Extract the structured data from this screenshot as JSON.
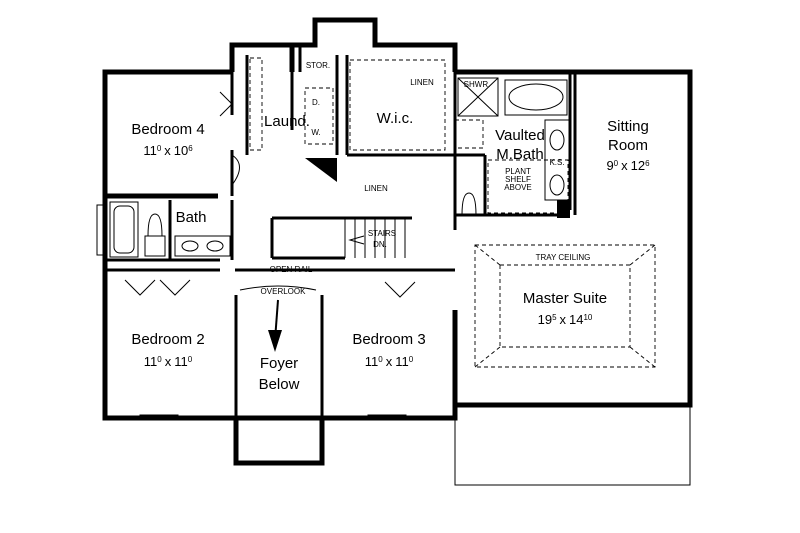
{
  "rooms": {
    "bedroom4": {
      "name": "Bedroom 4",
      "w": "11",
      "wi": "0",
      "x": "x",
      "l": "10",
      "li": "6"
    },
    "laund": {
      "name": "Laund."
    },
    "stor": {
      "name": "STOR."
    },
    "dw": {
      "d": "D.",
      "w": "W."
    },
    "linen_top": {
      "name": "LINEN"
    },
    "wic": {
      "name": "W.i.c."
    },
    "shwr": {
      "name": "SHWR."
    },
    "vaulted": {
      "line1": "Vaulted",
      "line2": "M.Bath"
    },
    "ks": {
      "name": "K.S."
    },
    "plant": {
      "line1": "PLANT",
      "line2": "SHELF",
      "line3": "ABOVE"
    },
    "sitting": {
      "line1": "Sitting",
      "line2": "Room",
      "w": "9",
      "wi": "0",
      "x": "x",
      "l": "12",
      "li": "6"
    },
    "linen_hall": {
      "name": "LINEN"
    },
    "bath": {
      "name": "Bath"
    },
    "stairs": {
      "name": "STAIRS",
      "dn": "DN."
    },
    "tray": {
      "name": "TRAY CEILING"
    },
    "open_rail": {
      "name": "OPEN RAIL"
    },
    "overlook": {
      "name": "OVERLOOK"
    },
    "master": {
      "name": "Master Suite",
      "w": "19",
      "wi": "5",
      "x": "x",
      "l": "14",
      "li": "10"
    },
    "bedroom2": {
      "name": "Bedroom 2",
      "w": "11",
      "wi": "0",
      "x": "x",
      "l": "11",
      "li": "0"
    },
    "foyer": {
      "line1": "Foyer",
      "line2": "Below"
    },
    "bedroom3": {
      "name": "Bedroom 3",
      "w": "11",
      "wi": "0",
      "x": "x",
      "l": "11",
      "li": "0"
    }
  }
}
